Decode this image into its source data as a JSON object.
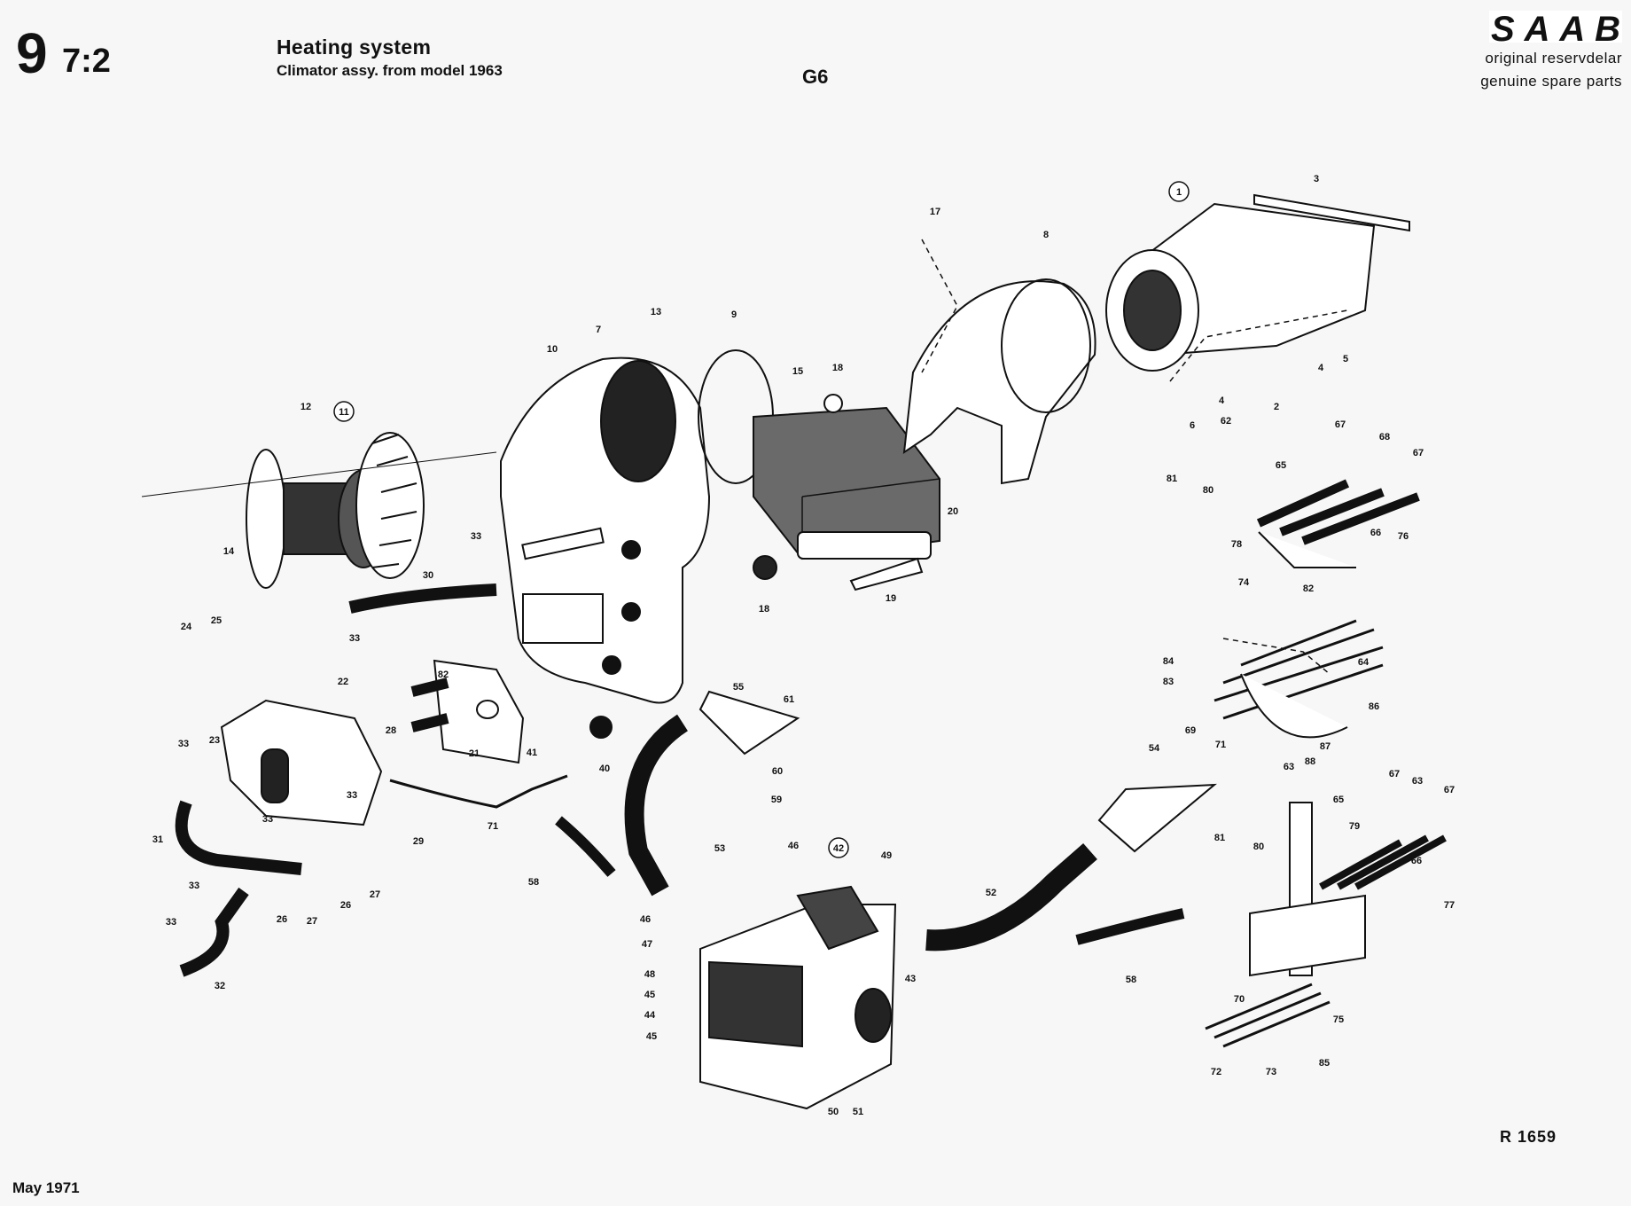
{
  "header": {
    "section_main": "9",
    "section_sub": "7:2",
    "title": "Heating system",
    "subtitle": "Climator assy. from model 1963",
    "group_code": "G6"
  },
  "brand": {
    "logo_text": "SAAB",
    "tagline_1": "original reservdelar",
    "tagline_2": "genuine spare parts"
  },
  "footer": {
    "reference": "R 1659",
    "date": "May 1971"
  },
  "part_labels": [
    {
      "id": "p1",
      "text": "1",
      "circled": true
    },
    {
      "id": "p3",
      "text": "3"
    },
    {
      "id": "p2",
      "text": "2"
    },
    {
      "id": "p4a",
      "text": "4"
    },
    {
      "id": "p4b",
      "text": "4"
    },
    {
      "id": "p5",
      "text": "5"
    },
    {
      "id": "p6",
      "text": "6"
    },
    {
      "id": "p7",
      "text": "7"
    },
    {
      "id": "p8",
      "text": "8"
    },
    {
      "id": "p9",
      "text": "9"
    },
    {
      "id": "p10",
      "text": "10"
    },
    {
      "id": "p11",
      "text": "11",
      "circled": true
    },
    {
      "id": "p12",
      "text": "12"
    },
    {
      "id": "p13",
      "text": "13"
    },
    {
      "id": "p14",
      "text": "14"
    },
    {
      "id": "p15",
      "text": "15"
    },
    {
      "id": "p17",
      "text": "17"
    },
    {
      "id": "p18a",
      "text": "18"
    },
    {
      "id": "p18b",
      "text": "18"
    },
    {
      "id": "p19",
      "text": "19"
    },
    {
      "id": "p20",
      "text": "20"
    },
    {
      "id": "p21",
      "text": "21"
    },
    {
      "id": "p22",
      "text": "22"
    },
    {
      "id": "p23",
      "text": "23"
    },
    {
      "id": "p24",
      "text": "24"
    },
    {
      "id": "p25",
      "text": "25"
    },
    {
      "id": "p26a",
      "text": "26"
    },
    {
      "id": "p26b",
      "text": "26"
    },
    {
      "id": "p27a",
      "text": "27"
    },
    {
      "id": "p27b",
      "text": "27"
    },
    {
      "id": "p28",
      "text": "28"
    },
    {
      "id": "p29",
      "text": "29"
    },
    {
      "id": "p30",
      "text": "30"
    },
    {
      "id": "p31",
      "text": "31"
    },
    {
      "id": "p32",
      "text": "32"
    },
    {
      "id": "p33a",
      "text": "33"
    },
    {
      "id": "p33b",
      "text": "33"
    },
    {
      "id": "p33c",
      "text": "33"
    },
    {
      "id": "p33d",
      "text": "33"
    },
    {
      "id": "p33e",
      "text": "33"
    },
    {
      "id": "p33f",
      "text": "33"
    },
    {
      "id": "p33g",
      "text": "33"
    },
    {
      "id": "p40",
      "text": "40"
    },
    {
      "id": "p41",
      "text": "41"
    },
    {
      "id": "p42",
      "text": "42",
      "circled": true
    },
    {
      "id": "p43",
      "text": "43"
    },
    {
      "id": "p44",
      "text": "44"
    },
    {
      "id": "p45a",
      "text": "45"
    },
    {
      "id": "p45b",
      "text": "45"
    },
    {
      "id": "p46a",
      "text": "46"
    },
    {
      "id": "p46b",
      "text": "46"
    },
    {
      "id": "p47",
      "text": "47"
    },
    {
      "id": "p48",
      "text": "48"
    },
    {
      "id": "p49",
      "text": "49"
    },
    {
      "id": "p50",
      "text": "50"
    },
    {
      "id": "p51",
      "text": "51"
    },
    {
      "id": "p52",
      "text": "52"
    },
    {
      "id": "p53",
      "text": "53"
    },
    {
      "id": "p54",
      "text": "54"
    },
    {
      "id": "p55",
      "text": "55"
    },
    {
      "id": "p58a",
      "text": "58"
    },
    {
      "id": "p58b",
      "text": "58"
    },
    {
      "id": "p59",
      "text": "59"
    },
    {
      "id": "p60",
      "text": "60"
    },
    {
      "id": "p61",
      "text": "61"
    },
    {
      "id": "p62",
      "text": "62"
    },
    {
      "id": "p63a",
      "text": "63"
    },
    {
      "id": "p63b",
      "text": "63"
    },
    {
      "id": "p64",
      "text": "64"
    },
    {
      "id": "p65a",
      "text": "65"
    },
    {
      "id": "p65b",
      "text": "65"
    },
    {
      "id": "p66a",
      "text": "66"
    },
    {
      "id": "p66b",
      "text": "66"
    },
    {
      "id": "p67a",
      "text": "67"
    },
    {
      "id": "p67b",
      "text": "67"
    },
    {
      "id": "p67c",
      "text": "67"
    },
    {
      "id": "p67d",
      "text": "67"
    },
    {
      "id": "p68",
      "text": "68"
    },
    {
      "id": "p69",
      "text": "69"
    },
    {
      "id": "p70",
      "text": "70"
    },
    {
      "id": "p71a",
      "text": "71"
    },
    {
      "id": "p71b",
      "text": "71"
    },
    {
      "id": "p72",
      "text": "72"
    },
    {
      "id": "p73",
      "text": "73"
    },
    {
      "id": "p74",
      "text": "74"
    },
    {
      "id": "p75",
      "text": "75"
    },
    {
      "id": "p76",
      "text": "76"
    },
    {
      "id": "p77",
      "text": "77"
    },
    {
      "id": "p78",
      "text": "78"
    },
    {
      "id": "p79",
      "text": "79"
    },
    {
      "id": "p80a",
      "text": "80"
    },
    {
      "id": "p80b",
      "text": "80"
    },
    {
      "id": "p81a",
      "text": "81"
    },
    {
      "id": "p81b",
      "text": "81"
    },
    {
      "id": "p82a",
      "text": "82"
    },
    {
      "id": "p82b",
      "text": "82"
    },
    {
      "id": "p83",
      "text": "83"
    },
    {
      "id": "p84",
      "text": "84"
    },
    {
      "id": "p85",
      "text": "85"
    },
    {
      "id": "p86",
      "text": "86"
    },
    {
      "id": "p87",
      "text": "87"
    },
    {
      "id": "p88",
      "text": "88"
    }
  ]
}
